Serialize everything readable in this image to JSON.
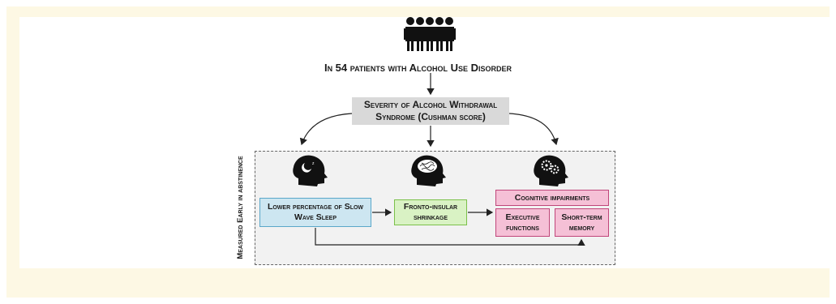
{
  "header": {
    "patients_label": "In 54 patients with Alcohol Use Disorder"
  },
  "severity": {
    "label": "Severity of Alcohol Withdrawal Syndrome (Cushman score)"
  },
  "panel": {
    "side_label": "Measured Early in abstinence"
  },
  "boxes": {
    "sws": "Lower percentage of Slow Wave Sleep",
    "fronto": "Fronto-insular shrinkage",
    "cognitive": "Cognitive impairments",
    "executive": "Executive functions",
    "short_term": "Short-term memory"
  },
  "icons": {
    "people": "people-group-icon",
    "sleep_head": "sleeping-head-icon",
    "brain_head": "brain-head-icon",
    "gears_head": "gears-head-icon"
  },
  "colors": {
    "background_frame": "#fdf8e4",
    "severity_fill": "#d9d9d9",
    "panel_fill": "#f2f2f2",
    "sws_fill": "#cde6f1",
    "sws_border": "#5aa7c9",
    "fronto_fill": "#d9f2c4",
    "fronto_border": "#7bc04a",
    "cognitive_fill": "#f5c0d6",
    "cognitive_border": "#c0467a"
  }
}
